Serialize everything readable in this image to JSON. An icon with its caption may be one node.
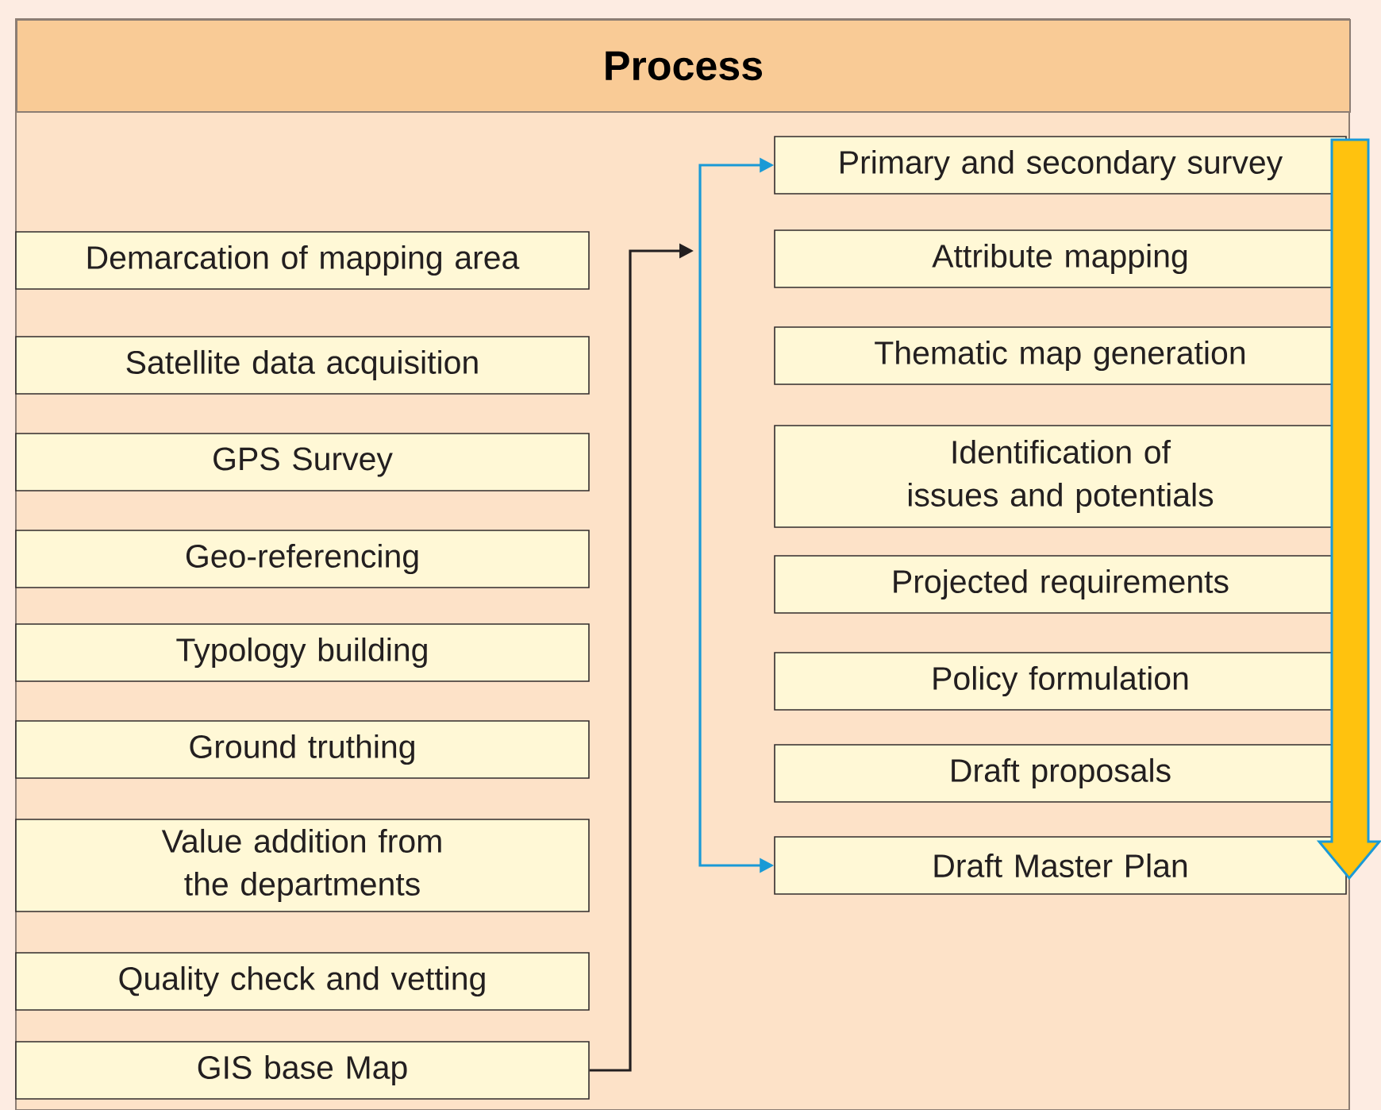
{
  "diagram": {
    "nodes": [
      {
        "text": [
          "Process"
        ]
      },
      {
        "text": [
          "Demarcation of mapping area"
        ],
        "in": 0
      },
      {
        "text": [
          "Satellite data acquisition"
        ],
        "in": 0
      },
      {
        "text": [
          "GPS Survey"
        ],
        "in": 0
      },
      {
        "text": [
          "Geo-referencing"
        ],
        "in": 0
      },
      {
        "text": [
          "Typology building"
        ],
        "in": 0
      },
      {
        "text": [
          "Ground truthing"
        ],
        "in": 0
      },
      {
        "text": [
          "Value addition from the departments"
        ],
        "in": 0
      },
      {
        "text": [
          "Quality check and vetting"
        ],
        "in": 0
      },
      {
        "text": [
          "GIS base Map"
        ],
        "in": 0
      },
      {
        "text": [
          "Primary and secondary survey"
        ],
        "in": 0
      },
      {
        "text": [
          "Attribute mapping"
        ],
        "in": 0
      },
      {
        "text": [
          "Thematic map generation"
        ],
        "in": 0
      },
      {
        "text": [
          "Identification of issues and potentials"
        ],
        "in": 0
      },
      {
        "text": [
          "Projected requirements"
        ],
        "in": 0
      },
      {
        "text": [
          "Policy formulation"
        ],
        "in": 0
      },
      {
        "text": [
          "Draft proposals"
        ],
        "in": 0
      },
      {
        "text": [
          "Draft Master Plan"
        ],
        "in": 0
      }
    ],
    "edges": [
      {
        "from": 9,
        "to": null,
        "arrow": "to",
        "color": "#231f20"
      },
      {
        "from": null,
        "to": 10,
        "arrow": "to",
        "color": "#1a9ad6"
      },
      {
        "from": null,
        "to": 17,
        "arrow": "to",
        "color": "#1a9ad6"
      }
    ]
  }
}
